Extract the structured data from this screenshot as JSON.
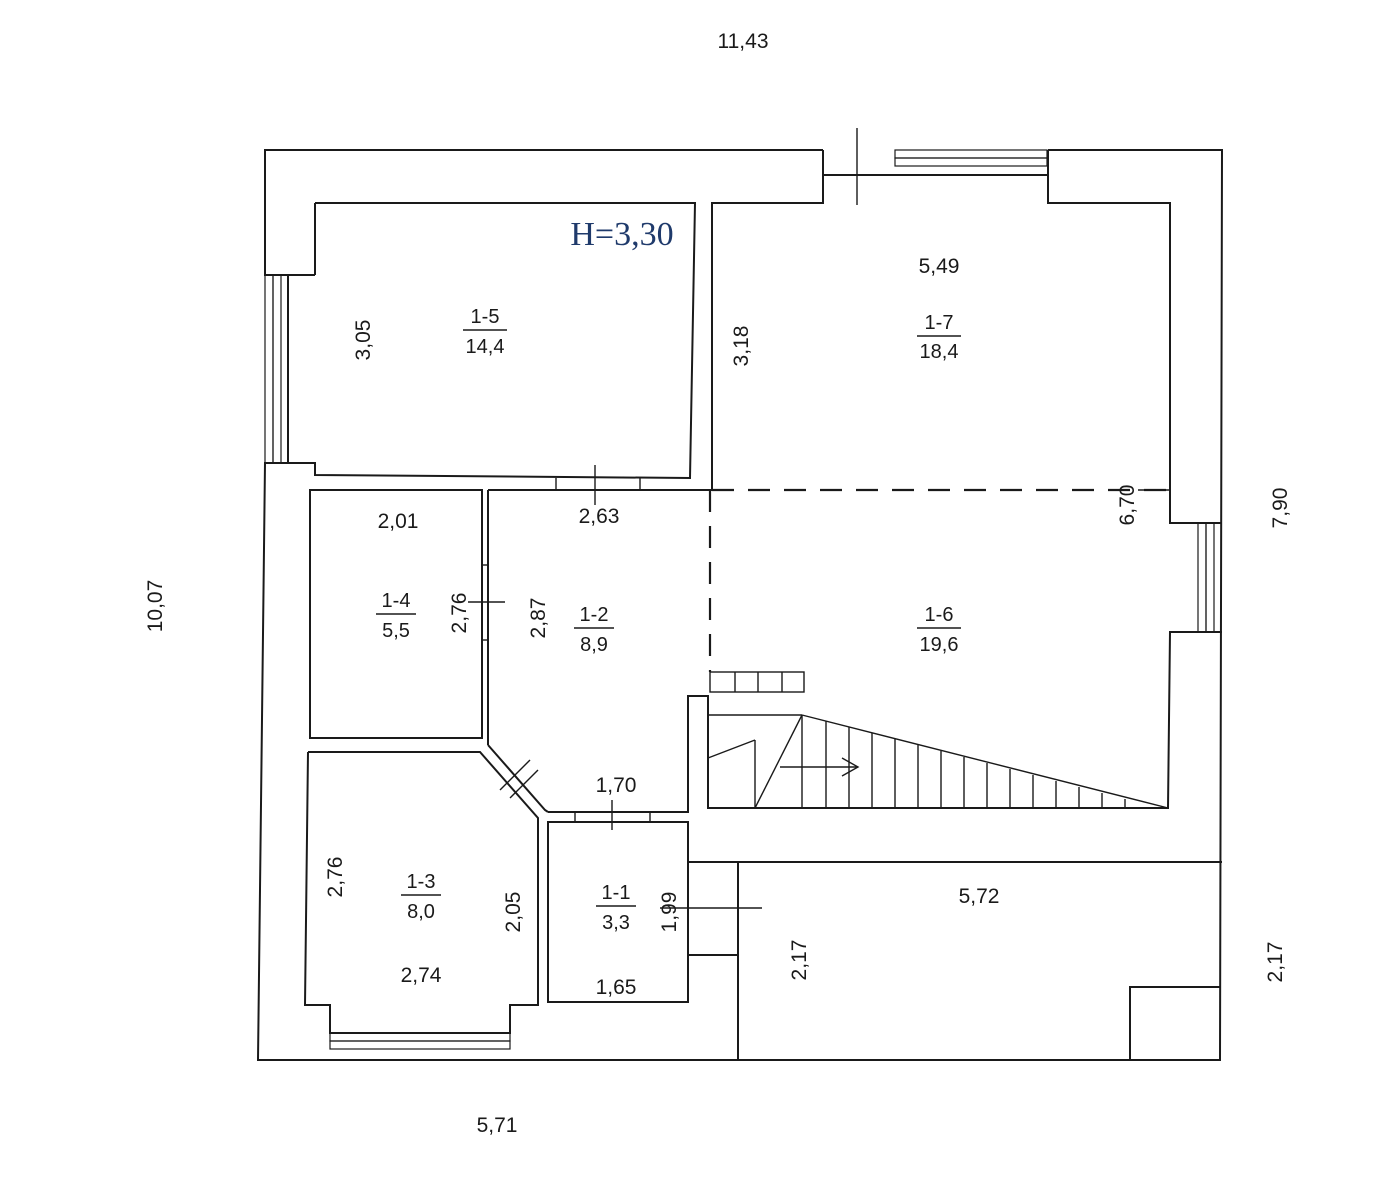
{
  "height_label": "H=3,30",
  "overall_dimensions": {
    "top_width": "11,43",
    "left_height": "10,07",
    "right_height": "7,90",
    "right_lower": "2,17",
    "bottom_width": "5,71"
  },
  "rooms": [
    {
      "id": "1-5",
      "area": "14,4"
    },
    {
      "id": "1-7",
      "area": "18,4"
    },
    {
      "id": "1-4",
      "area": "5,5"
    },
    {
      "id": "1-2",
      "area": "8,9"
    },
    {
      "id": "1-6",
      "area": "19,6"
    },
    {
      "id": "1-3",
      "area": "8,0"
    },
    {
      "id": "1-1",
      "area": "3,3"
    }
  ],
  "room_dimensions": {
    "r15_height": "3,05",
    "r17_width": "5,49",
    "r17_height": "3,18",
    "r14_width": "2,01",
    "r14_height": "2,76",
    "r12_width": "2,63",
    "r12_height": "2,87",
    "r16_height": "6,70",
    "r13_left": "2,76",
    "r13_right": "2,05",
    "r13_bottom": "2,74",
    "r11_top": "1,70",
    "r11_side": "1,99",
    "r11_bottom": "1,65",
    "terrace_width": "5,72",
    "terrace_height": "2,17"
  }
}
